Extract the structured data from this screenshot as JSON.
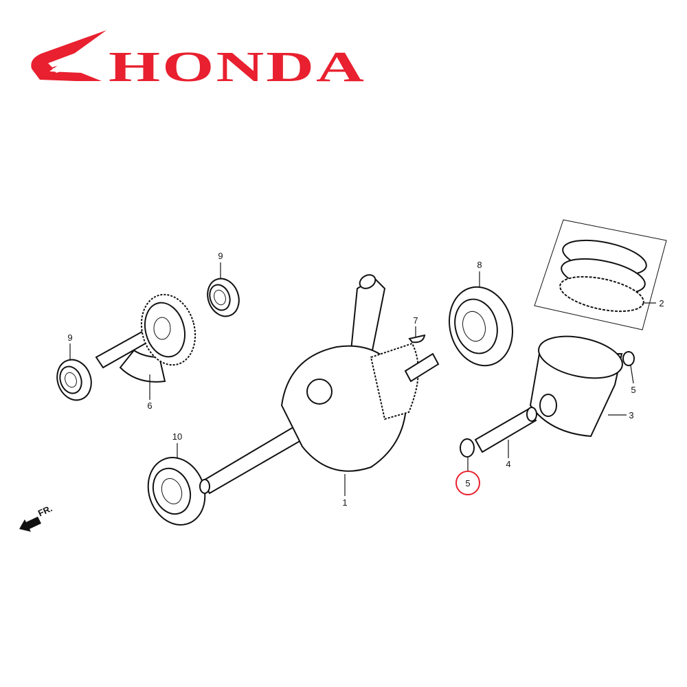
{
  "brand": {
    "name": "HONDA",
    "color": "#e8202f"
  },
  "direction_indicator": {
    "label": "FR.",
    "icon": "arrow-down-left-icon"
  },
  "highlight": {
    "color": "#e8202f",
    "callout": "5"
  },
  "callouts": [
    {
      "id": "bearing-9-top",
      "label": "9"
    },
    {
      "id": "bearing-9-left",
      "label": "9"
    },
    {
      "id": "balancer-shaft",
      "label": "6"
    },
    {
      "id": "bearing-10",
      "label": "10"
    },
    {
      "id": "crankshaft",
      "label": "1"
    },
    {
      "id": "woodruff-key",
      "label": "7"
    },
    {
      "id": "bearing-8",
      "label": "8"
    },
    {
      "id": "piston-rings",
      "label": "2"
    },
    {
      "id": "clip-right",
      "label": "5"
    },
    {
      "id": "piston",
      "label": "3"
    },
    {
      "id": "piston-pin",
      "label": "4"
    },
    {
      "id": "clip-left",
      "label": "5"
    }
  ]
}
